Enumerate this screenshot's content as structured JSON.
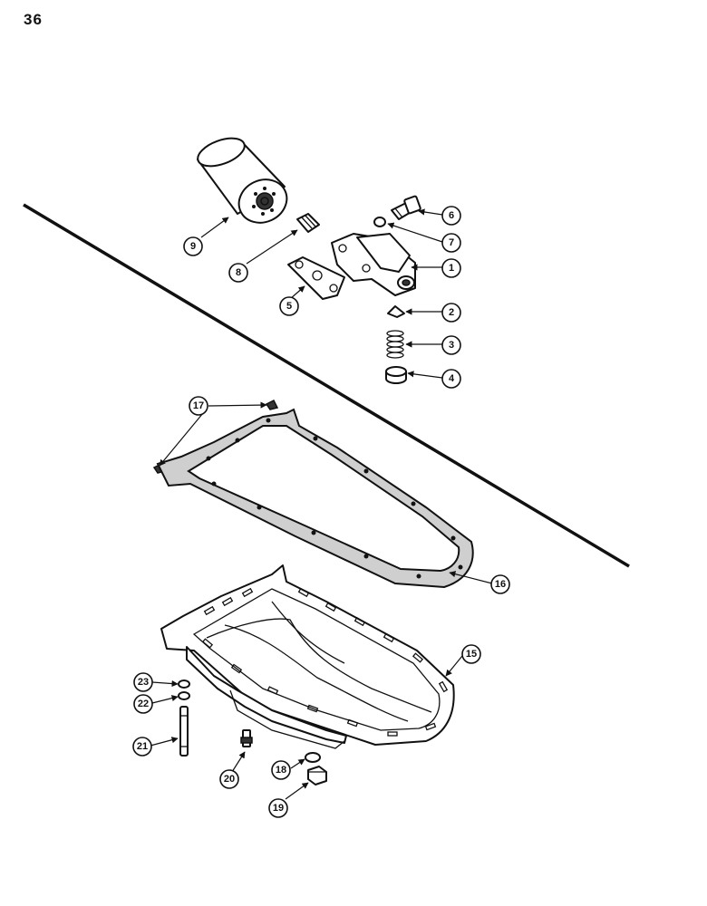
{
  "page": {
    "number": "36"
  },
  "diagram": {
    "parts": [
      {
        "ref": "1",
        "part": "oil-filter-adapter"
      },
      {
        "ref": "2",
        "part": "valve"
      },
      {
        "ref": "3",
        "part": "spring"
      },
      {
        "ref": "4",
        "part": "plug"
      },
      {
        "ref": "5",
        "part": "gasket"
      },
      {
        "ref": "6",
        "part": "bolt"
      },
      {
        "ref": "7",
        "part": "washer"
      },
      {
        "ref": "8",
        "part": "nipple"
      },
      {
        "ref": "9",
        "part": "oil-filter"
      },
      {
        "ref": "15",
        "part": "oil-pan"
      },
      {
        "ref": "16",
        "part": "oil-pan-gasket"
      },
      {
        "ref": "17",
        "part": "seal"
      },
      {
        "ref": "18",
        "part": "washer"
      },
      {
        "ref": "19",
        "part": "drain-plug"
      },
      {
        "ref": "20",
        "part": "bolt"
      },
      {
        "ref": "21",
        "part": "stud"
      },
      {
        "ref": "22",
        "part": "washer"
      },
      {
        "ref": "23",
        "part": "nut"
      }
    ]
  }
}
